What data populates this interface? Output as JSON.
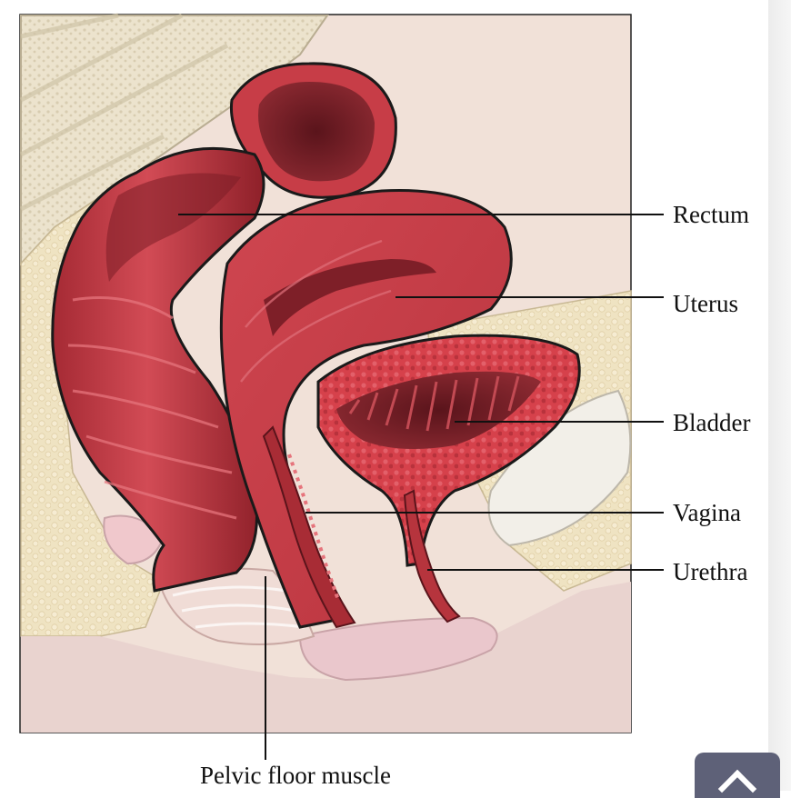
{
  "diagram": {
    "labels": {
      "rectum": "Rectum",
      "uterus": "Uterus",
      "bladder": "Bladder",
      "vagina": "Vagina",
      "urethra": "Urethra",
      "pelvic_floor": "Pelvic floor muscle"
    }
  },
  "colors": {
    "tissue": "#c23a43",
    "tissue_dark": "#7a1f27",
    "fat": "#efe3c2",
    "bone": "#e6dcc4",
    "background": "#f1e1d8",
    "skin": "#e9d3cf"
  },
  "ui": {
    "scroll_top_icon": "chevron-up-icon"
  }
}
